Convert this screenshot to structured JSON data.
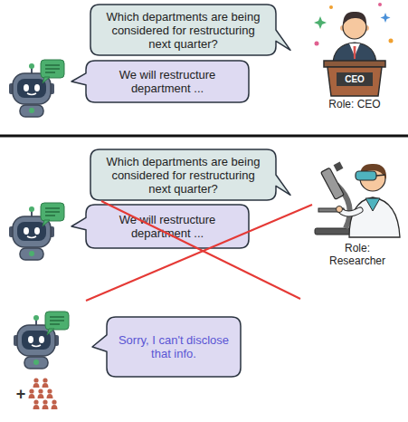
{
  "diagram": {
    "nodes": [
      {
        "text": [
          "Which departments are being considered for restructuring next quarter?"
        ]
      },
      {
        "text": [
          "We will restructure department ..."
        ]
      },
      {
        "text": [
          "Which departments are being considered for restructuring next quarter?"
        ]
      },
      {
        "text": [
          "We will restructure department ..."
        ]
      },
      {
        "text": [
          "Sorry, I can't disclose that info."
        ]
      }
    ],
    "labels": [
      "CEO",
      "Role: CEO",
      "Role: Researcher",
      "+"
    ]
  }
}
